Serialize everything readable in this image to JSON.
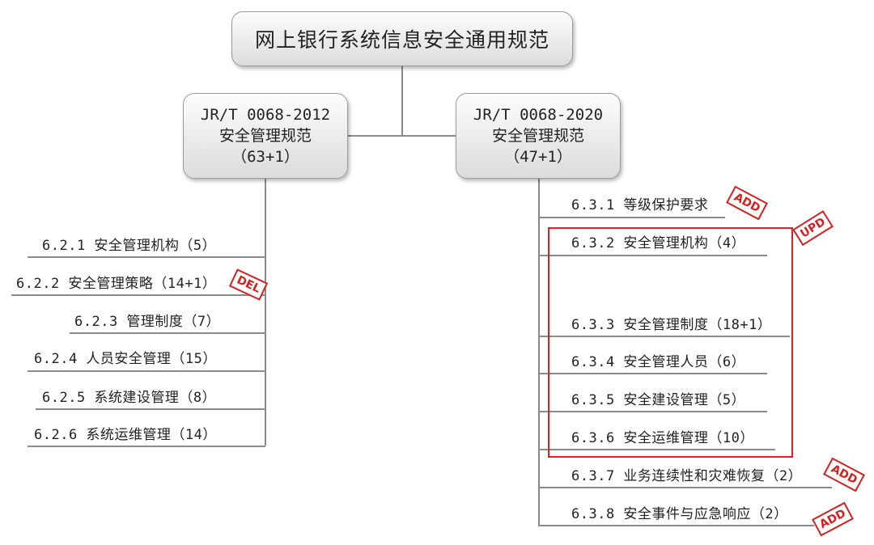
{
  "root": {
    "title": "网上银行系统信息安全通用规范"
  },
  "left": {
    "title": "JR/T 0068-2012",
    "subtitle": "安全管理规范",
    "count": "（63+1）",
    "items": [
      "6.2.1 安全管理机构（5）",
      "6.2.2 安全管理策略（14+1）",
      "6.2.3 管理制度（7）",
      "6.2.4 人员安全管理（15）",
      "6.2.5 系统建设管理（8）",
      "6.2.6 系统运维管理（14）"
    ]
  },
  "right": {
    "title": "JR/T 0068-2020",
    "subtitle": "安全管理规范",
    "count": "（47+1）",
    "items": [
      "6.3.1 等级保护要求",
      "6.3.2 安全管理机构（4）",
      "6.3.3 安全管理制度（18+1）",
      "6.3.4 安全管理人员（6）",
      "6.3.5 安全建设管理（5）",
      "6.3.6 安全运维管理（10）",
      "6.3.7 业务连续性和灾难恢复（2）",
      "6.3.8 安全事件与应急响应（2）"
    ]
  },
  "stamps": {
    "del": "DEL",
    "upd": "UPD",
    "add1": "ADD",
    "add2": "ADD",
    "add3": "ADD"
  },
  "colors": {
    "stamp": "#d62020",
    "connector": "#8a8a8a"
  }
}
